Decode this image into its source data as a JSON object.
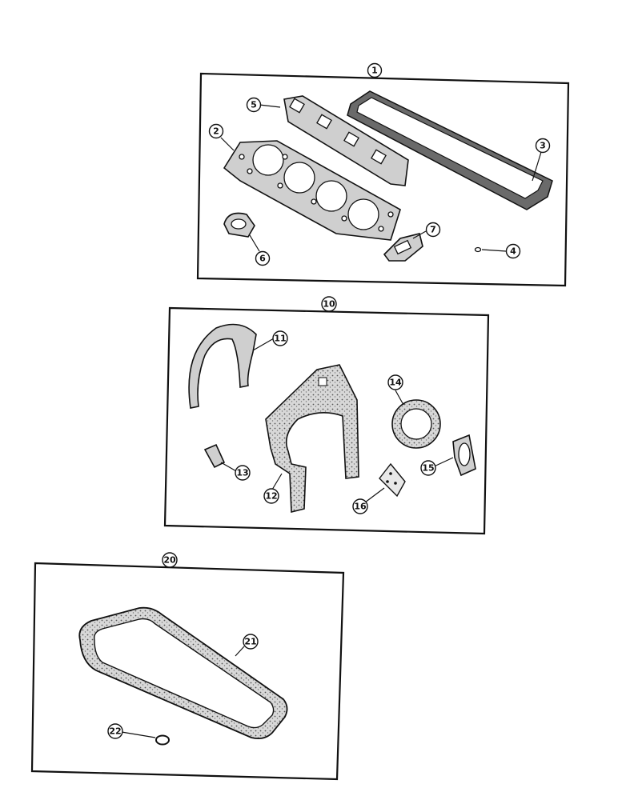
{
  "callouts": {
    "c1": "1",
    "c2": "2",
    "c3": "3",
    "c4": "4",
    "c5": "5",
    "c6": "6",
    "c7": "7",
    "c10": "10",
    "c11": "11",
    "c12": "12",
    "c13": "13",
    "c14": "14",
    "c15": "15",
    "c16": "16",
    "c20": "20",
    "c21": "21",
    "c22": "22"
  },
  "colors": {
    "line": "#111111",
    "gasket_fill": "#cfcfcf",
    "gasket_dark": "#6a6a6a"
  }
}
